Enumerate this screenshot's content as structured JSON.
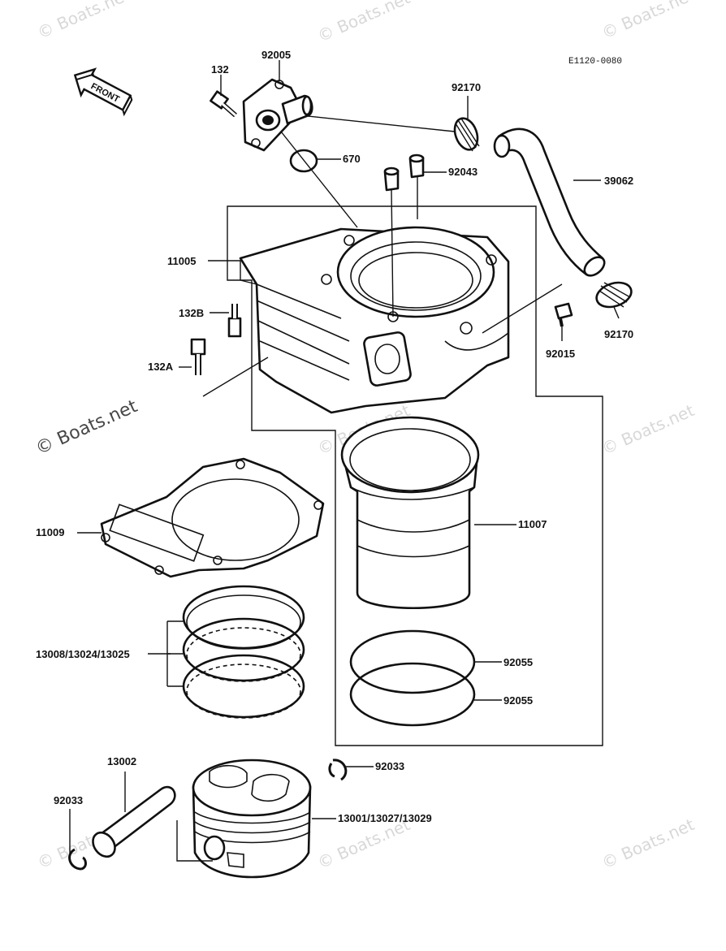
{
  "diagram": {
    "code": "E1120-0080",
    "front_label": "FRONT",
    "watermark": "© Boats.net",
    "callouts": {
      "p92005": "92005",
      "p132": "132",
      "p92170_top": "92170",
      "p670": "670",
      "p92043": "92043",
      "p39062": "39062",
      "p11005": "11005",
      "p132b": "132B",
      "p132a": "132A",
      "p92015": "92015",
      "p92170_bot": "92170",
      "p11009": "11009",
      "p11007": "11007",
      "p13008": "13008/13024/13025",
      "p92055_a": "92055",
      "p92055_b": "92055",
      "p13002": "13002",
      "p92033_right": "92033",
      "p92033_left": "92033",
      "p13001": "13001/13027/13029"
    }
  }
}
